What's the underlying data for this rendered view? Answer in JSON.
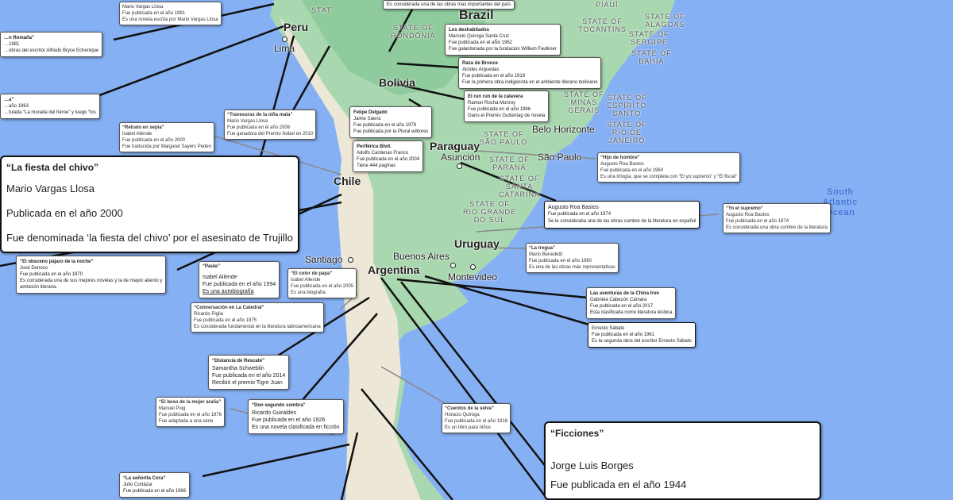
{
  "map": {
    "countries": [
      "Peru",
      "Bolivia",
      "Brazil",
      "Chile",
      "Paraguay",
      "Uruguay",
      "Argentina"
    ],
    "cities": [
      "Lima",
      "Asunción",
      "São Paulo",
      "Belo Horizonte",
      "Buenos Aires",
      "Montevideo",
      "Santiago"
    ],
    "states": [
      "STATE OF\nRONDÔNIA",
      "STATE OF\nALAGOAS",
      "STATE OF\nSERGIPE",
      "STATE OF\nBAHIA",
      "STATE OF\nMINAS\nGERAIS",
      "STATE OF\nESPÍRITO\nSANTO",
      "STATE OF\nRIO DE\nJANEIRO",
      "STATE OF\nSÃO PAULO",
      "STATE OF\nPARANÁ",
      "STATE OF\nSANTA\nCATARINA",
      "STATE OF\nRIO GRANDE\nDO SUL",
      "PIAUÍ",
      "STATE OF\nTOCANTINS",
      "STAT"
    ],
    "ocean": "South\nAtlantic\nOcean"
  },
  "callouts": {
    "romania": {
      "title": "…n Romaña”",
      "l1": "…1981",
      "l2": "…obras del escritor Alfredo Bryce Echenique"
    },
    "heroe": {
      "title": "…a”",
      "l1": "…año 1963",
      "l2": "…tulada “La morada del héroe” y luego “los"
    },
    "chivo": {
      "title": "“La fiesta del chivo”",
      "l1": "Mario Vargas Llosa",
      "l2": "Publicada en el año 2000",
      "l3": "Fue denominada ‘la fiesta del chivo’ por el asesinato de Trujillo"
    },
    "obsceno": {
      "title": "“El obsceno pájaro de la noche”",
      "l1": "José Donoso",
      "l2": "Fue publicada en el año 1970",
      "l3": "Es considerada una de sus mejores novelas y la de mayor aliento y",
      "l4": "ambición literaria."
    },
    "sepia": {
      "title": "“Retrato en sepia”",
      "l1": "Isabel Allende",
      "l2": "Fue publicada en el año 2000",
      "l3": "Fue traducida por Margaret Sayers Peden"
    },
    "travesuras": {
      "title": "“Travesuras de la niña mala”",
      "l1": "Mario Vargas Llosa",
      "l2": "Fue publicada en el año 2006",
      "l3": "Fue ganadora del Premio Nobel en 2010"
    },
    "toptiny": {
      "l1": "Mario Vargas Llosa",
      "l2": "Fue publicada en el año 1981",
      "l3": "Es una novela escrita por Mario Vargas Llosa"
    },
    "pais": {
      "l1": "Es considerada una de las obras mas importantes del país"
    },
    "periferica": {
      "title": "Periférica Blvd.",
      "l1": "Adolfo Cardenas Franco",
      "l2": "Fue publicada en el año 2004",
      "l3": "Tiene 444 paginas"
    },
    "deshabitados": {
      "title": "Los deshabitados",
      "l1": "Marcelo Quiroga Santa Cruz",
      "l2": "Fue publicada en el aÑo 1962",
      "l3": "Fue galardonada por la fundacion William Faulkner"
    },
    "bronce": {
      "title": "Raza de Bronce",
      "l1": "Alcides Arguedas",
      "l2": "Fue publicada en el año 1919",
      "l3": "Fue la primera obra indigenista en el ambiente literario boliviano"
    },
    "runrun": {
      "title": "El run run de la calavera",
      "l1": "Ramon Rocha Monroy",
      "l2": "Fue publicada en el año 1986",
      "l3": "Gano el Premio Guttentag de novela"
    },
    "delgado": {
      "title": "Felipe Delgado",
      "l1": "Jaime Sáenz",
      "l2": "Fue publicada en el año 1979",
      "l3": "Fue publicada por la Plural editores"
    },
    "hijo": {
      "title": "“Hijo de hombre”",
      "l1": "Augusto Roa Bastos",
      "l2": "Fue publicada en el año 1960",
      "l3": "Es una trilogía, que se completa con “El yo supremo” y “El fiscal”"
    },
    "supremo": {
      "l1": "Augusto Roa Bastos",
      "l2": "Fue publicada en el año 1974",
      "l3": "Se le consideraba una de las obras cumbre de la literatura en español"
    },
    "supremotiny": {
      "title": "“Yo el supremo”",
      "l1": "Augusto Roa Bastos",
      "l2": "Fue publicada en el año 1974",
      "l3": "Es considerada una obra cumbre de la literatura"
    },
    "uruguay": {
      "title": "“La tregua”",
      "l1": "Mario Benedetti",
      "l2": "Fue publicada en el año 1960",
      "l3": "Es una de las obras más representativas"
    },
    "china": {
      "title": "Las aventuras de la China Iron",
      "l1": "Gabriela Cabezón Cámara",
      "l2": "Fue publicada en el año 2017",
      "l3": "Esta clasificada como literatura lésbica"
    },
    "sabato": {
      "l1": "Ernesto Sábato",
      "l2": "Fue publicada en el año 1961",
      "l3": "Es la segunda obra del escritor Ernesto Sábato"
    },
    "paula": {
      "title": "“Paula”",
      "l1": "Isabel Allende",
      "l2": "Fue publicada en el año 1994",
      "l3": "Es una autobiografía"
    },
    "papa": {
      "title": "“El color de papa”",
      "l1": "Isabel Allende",
      "l2": "Fue publicada en el año 2005",
      "l3": "Es una biografía"
    },
    "paulatiny": {
      "title": "“Conversación en La Catedral”",
      "l1": "Ricardo Piglia",
      "l2": "Fue publicada en el año 1975",
      "l3": "Es considerada fundamental en la literatura latinoamericana"
    },
    "rescate": {
      "title": "“Distancia de Rescate”",
      "l1": "Samantha Schweblin",
      "l2": "Fue publicada en el año 2014",
      "l3": "Recibió el premio Tigre Juan"
    },
    "sombra": {
      "title": "“Don segundo sombra”",
      "l1": "Ricardo Guiraldes",
      "l2": "Fue publicada en el año 1926",
      "l3": "Es una novela clasificada en ficción"
    },
    "puig": {
      "title": "“El beso de la mujer araña”",
      "l1": "Manuel Puig",
      "l2": "Fue publicada en el año 1976",
      "l3": "Fue adaptada a una serie"
    },
    "quiroga": {
      "title": "“Cuentos de la selva”",
      "l1": "Horacio Quiroga",
      "l2": "Fue publicada en el año 1918",
      "l3": "Es un libro para niños"
    },
    "cora": {
      "title": "“La señorita Cora”",
      "l1": "Julio Cortázar",
      "l2": "Fue publicada en el año 1966"
    },
    "ficciones": {
      "title": "“Ficciones”",
      "l1": "Jorge Luis Borges",
      "l2": "Fue publicada en el año 1944"
    }
  }
}
